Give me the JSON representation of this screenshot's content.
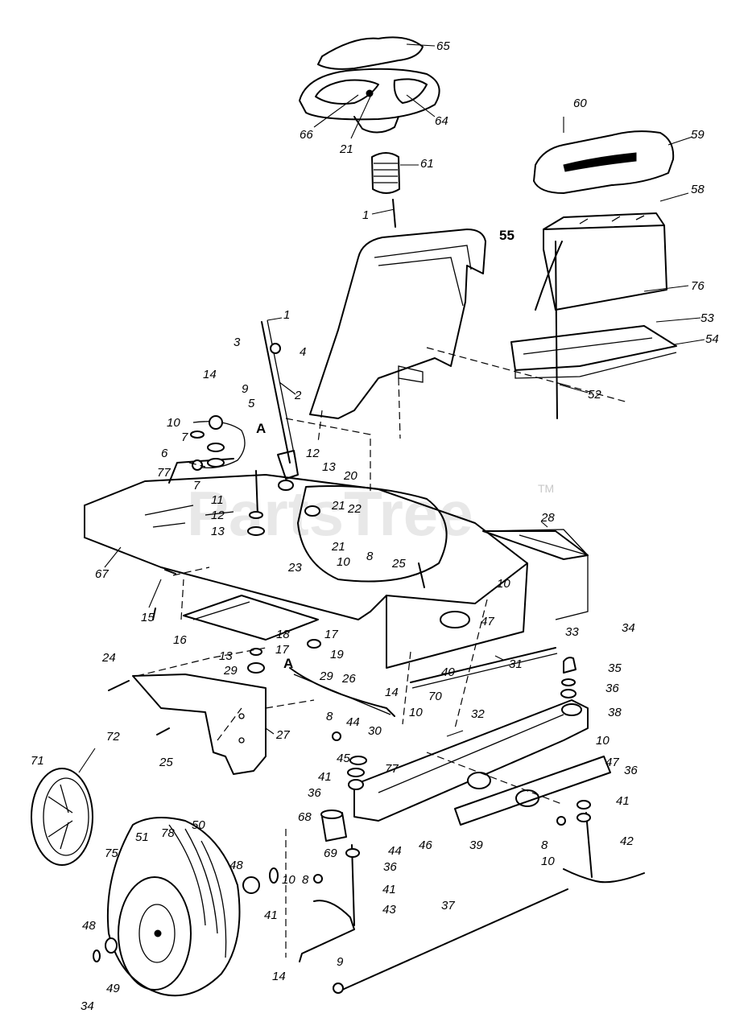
{
  "watermark": {
    "text": "PartsTree",
    "trademark": "TM"
  },
  "callouts": [
    {
      "id": "c65",
      "label": "65"
    },
    {
      "id": "c64",
      "label": "64"
    },
    {
      "id": "c66",
      "label": "66"
    },
    {
      "id": "c21a",
      "label": "21"
    },
    {
      "id": "c60",
      "label": "60"
    },
    {
      "id": "c59",
      "label": "59"
    },
    {
      "id": "c61",
      "label": "61"
    },
    {
      "id": "c58",
      "label": "58"
    },
    {
      "id": "c1a",
      "label": "1"
    },
    {
      "id": "c55",
      "label": "55"
    },
    {
      "id": "c76",
      "label": "76"
    },
    {
      "id": "c53",
      "label": "53"
    },
    {
      "id": "c54",
      "label": "54"
    },
    {
      "id": "c52",
      "label": "52"
    },
    {
      "id": "c1b",
      "label": "1"
    },
    {
      "id": "c3",
      "label": "3"
    },
    {
      "id": "c4",
      "label": "4"
    },
    {
      "id": "c14a",
      "label": "14"
    },
    {
      "id": "c9a",
      "label": "9"
    },
    {
      "id": "c5",
      "label": "5"
    },
    {
      "id": "c2",
      "label": "2"
    },
    {
      "id": "c10a",
      "label": "10"
    },
    {
      "id": "cA1",
      "label": "A"
    },
    {
      "id": "c7a",
      "label": "7"
    },
    {
      "id": "c6",
      "label": "6"
    },
    {
      "id": "c77a",
      "label": "77"
    },
    {
      "id": "c7b",
      "label": "7"
    },
    {
      "id": "c12a",
      "label": "12"
    },
    {
      "id": "c13a",
      "label": "13"
    },
    {
      "id": "c20",
      "label": "20"
    },
    {
      "id": "c11",
      "label": "11"
    },
    {
      "id": "c21b",
      "label": "21"
    },
    {
      "id": "c22",
      "label": "22"
    },
    {
      "id": "c12b",
      "label": "12"
    },
    {
      "id": "c13b",
      "label": "13"
    },
    {
      "id": "c28",
      "label": "28"
    },
    {
      "id": "c67",
      "label": "67"
    },
    {
      "id": "c21c",
      "label": "21"
    },
    {
      "id": "c23",
      "label": "23"
    },
    {
      "id": "c10b",
      "label": "10"
    },
    {
      "id": "c8a",
      "label": "8"
    },
    {
      "id": "c25a",
      "label": "25"
    },
    {
      "id": "c15",
      "label": "15"
    },
    {
      "id": "c10c",
      "label": "10"
    },
    {
      "id": "c47a",
      "label": "47"
    },
    {
      "id": "c16",
      "label": "16"
    },
    {
      "id": "c18",
      "label": "18"
    },
    {
      "id": "c17a",
      "label": "17"
    },
    {
      "id": "c19",
      "label": "19"
    },
    {
      "id": "c13c",
      "label": "13"
    },
    {
      "id": "c17b",
      "label": "17"
    },
    {
      "id": "c29a",
      "label": "29"
    },
    {
      "id": "c29b",
      "label": "29"
    },
    {
      "id": "cA2",
      "label": "A"
    },
    {
      "id": "c40",
      "label": "40"
    },
    {
      "id": "c31",
      "label": "31"
    },
    {
      "id": "c33",
      "label": "33"
    },
    {
      "id": "c34a",
      "label": "34"
    },
    {
      "id": "c35",
      "label": "35"
    },
    {
      "id": "c36a",
      "label": "36"
    },
    {
      "id": "c24",
      "label": "24"
    },
    {
      "id": "c26",
      "label": "26"
    },
    {
      "id": "c70",
      "label": "70"
    },
    {
      "id": "c14b",
      "label": "14"
    },
    {
      "id": "c38",
      "label": "38"
    },
    {
      "id": "c27",
      "label": "27"
    },
    {
      "id": "c8b",
      "label": "8"
    },
    {
      "id": "c44a",
      "label": "44"
    },
    {
      "id": "c30",
      "label": "30"
    },
    {
      "id": "c10d",
      "label": "10"
    },
    {
      "id": "c32",
      "label": "32"
    },
    {
      "id": "c25b",
      "label": "25"
    },
    {
      "id": "c72",
      "label": "72"
    },
    {
      "id": "c71",
      "label": "71"
    },
    {
      "id": "c45",
      "label": "45"
    },
    {
      "id": "c77b",
      "label": "77"
    },
    {
      "id": "c10e",
      "label": "10"
    },
    {
      "id": "c47b",
      "label": "47"
    },
    {
      "id": "c36b",
      "label": "36"
    },
    {
      "id": "c41a",
      "label": "41"
    },
    {
      "id": "c36c",
      "label": "36"
    },
    {
      "id": "c41b",
      "label": "41"
    },
    {
      "id": "c68",
      "label": "68"
    },
    {
      "id": "c50",
      "label": "50"
    },
    {
      "id": "c51",
      "label": "51"
    },
    {
      "id": "c78",
      "label": "78"
    },
    {
      "id": "c75",
      "label": "75"
    },
    {
      "id": "c69",
      "label": "69"
    },
    {
      "id": "c44b",
      "label": "44"
    },
    {
      "id": "c46",
      "label": "46"
    },
    {
      "id": "c39",
      "label": "39"
    },
    {
      "id": "c8c",
      "label": "8"
    },
    {
      "id": "c42",
      "label": "42"
    },
    {
      "id": "c10f",
      "label": "10"
    },
    {
      "id": "c48a",
      "label": "48"
    },
    {
      "id": "c36d",
      "label": "36"
    },
    {
      "id": "c10g",
      "label": "10"
    },
    {
      "id": "c8d",
      "label": "8"
    },
    {
      "id": "c41c",
      "label": "41"
    },
    {
      "id": "c41d",
      "label": "41"
    },
    {
      "id": "c43",
      "label": "43"
    },
    {
      "id": "c37",
      "label": "37"
    },
    {
      "id": "c48b",
      "label": "48"
    },
    {
      "id": "c14c",
      "label": "14"
    },
    {
      "id": "c9b",
      "label": "9"
    },
    {
      "id": "c34b",
      "label": "34"
    },
    {
      "id": "c49",
      "label": "49"
    }
  ]
}
